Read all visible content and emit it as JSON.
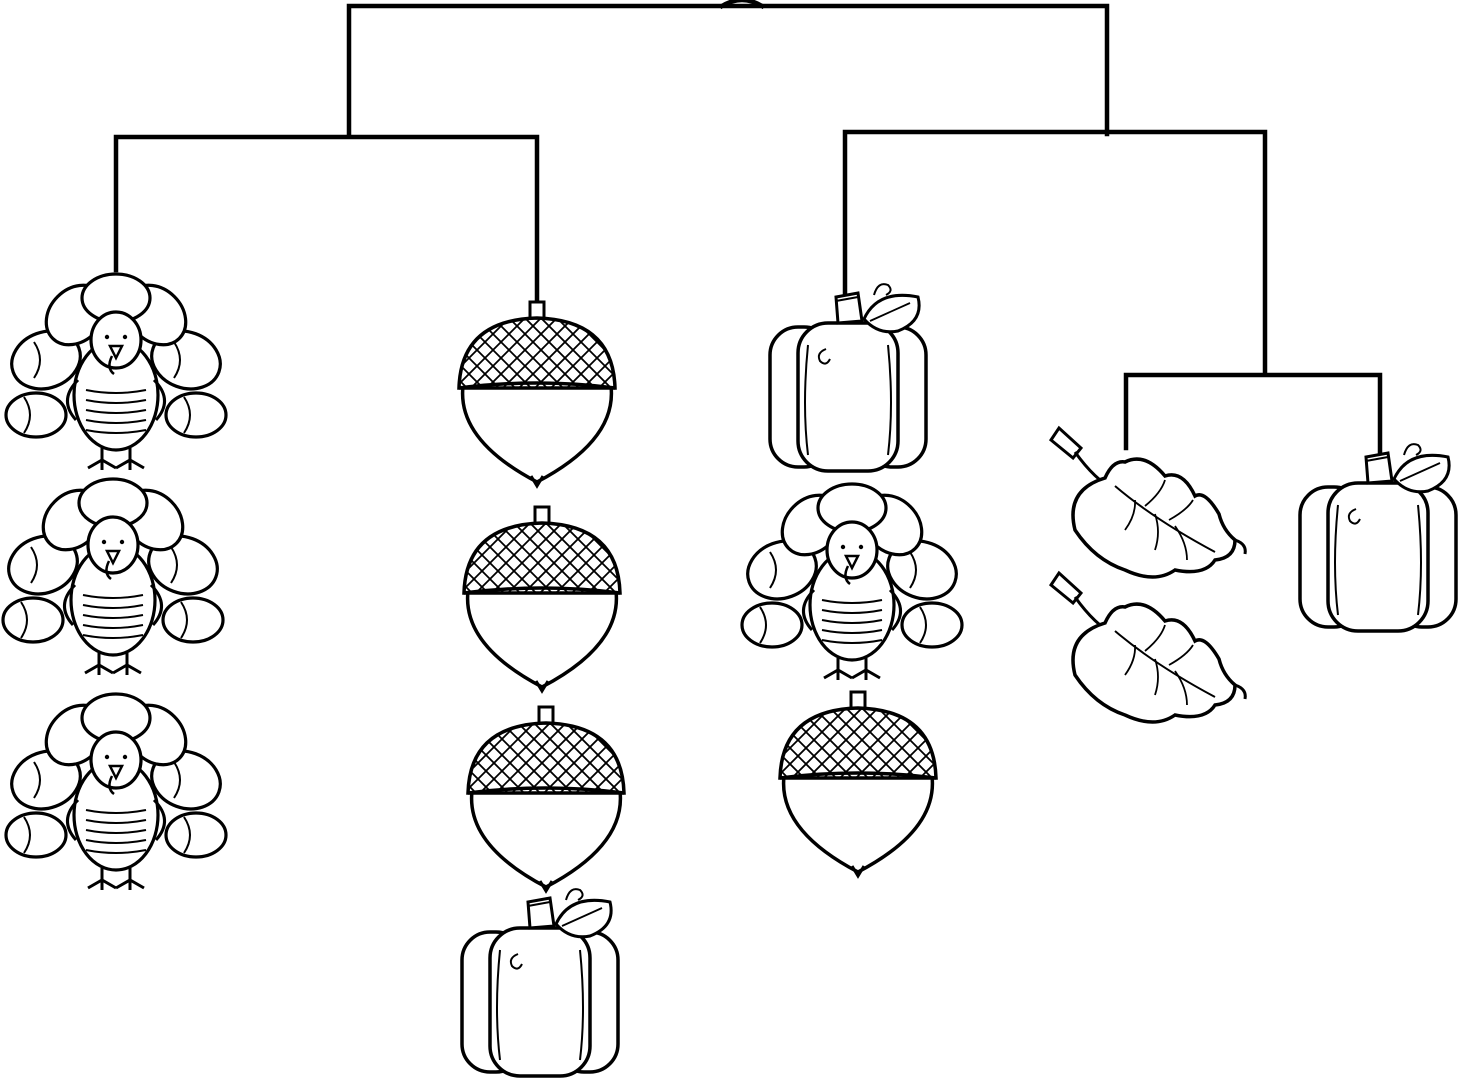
{
  "colors": {
    "ink": "#000000",
    "fill": "#ffffff"
  },
  "mobile": {
    "top_hook": "hook",
    "branches": [
      {
        "name": "left",
        "arms": [
          {
            "name": "arm-1",
            "items": [
              "turkey",
              "turkey",
              "turkey"
            ]
          },
          {
            "name": "arm-2",
            "items": [
              "acorn",
              "acorn",
              "acorn",
              "pumpkin"
            ]
          }
        ]
      },
      {
        "name": "right",
        "arms": [
          {
            "name": "arm-3",
            "items": [
              "pumpkin",
              "turkey",
              "acorn"
            ]
          },
          {
            "name": "sub-beam",
            "arms": [
              {
                "name": "arm-4",
                "items": [
                  "leaf",
                  "leaf"
                ]
              },
              {
                "name": "arm-5",
                "items": [
                  "pumpkin"
                ]
              }
            ]
          }
        ]
      }
    ]
  }
}
